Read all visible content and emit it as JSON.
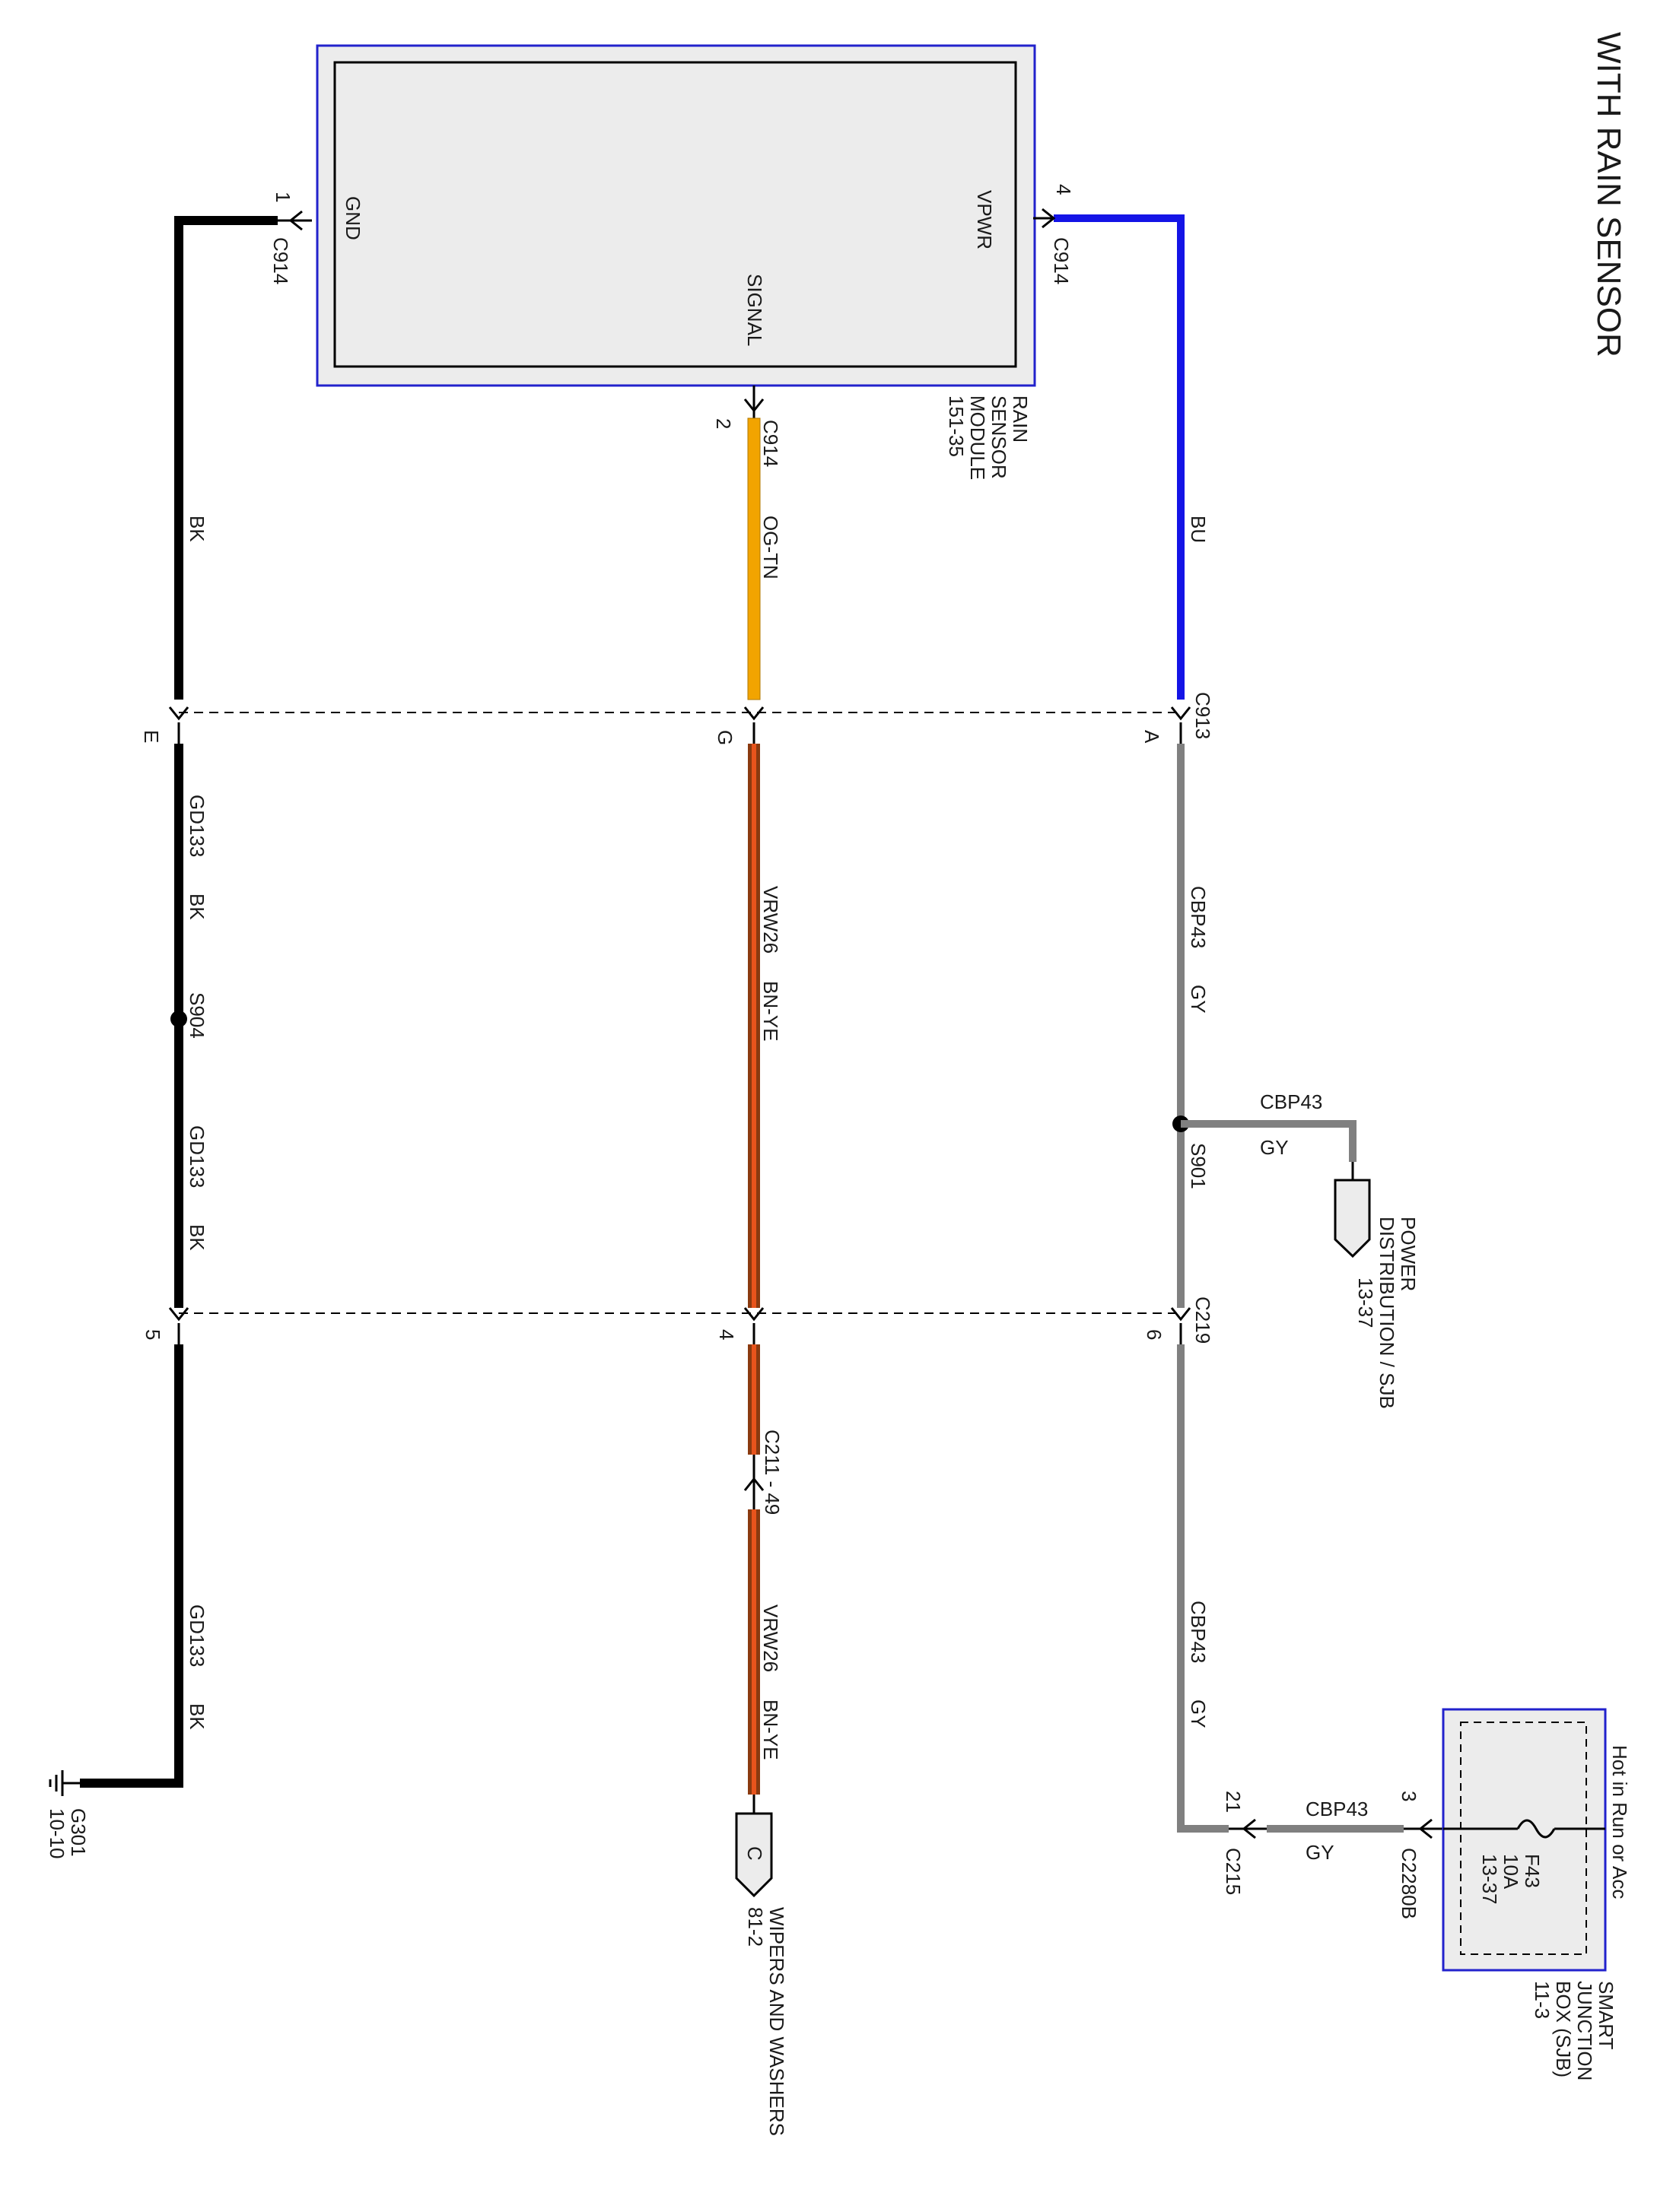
{
  "title": "WITH RAIN SENSOR",
  "colors": {
    "blue_wire": "#1414e6",
    "black_wire": "#000000",
    "gray_wire": "#808080",
    "og_tn_wire": "#f2a400",
    "bn_ye_outer": "#8a3a10",
    "bn_ye_inner": "#e8541c",
    "module_border": "#2222cc",
    "module_fill": "#ececec"
  },
  "rain_sensor_module": {
    "name_lines": [
      "RAIN",
      "SENSOR",
      "MODULE",
      "151-35"
    ],
    "pins": {
      "gnd": "GND",
      "signal": "SIGNAL",
      "vpwr": "VPWR"
    },
    "pin_numbers": {
      "gnd": "1",
      "signal": "2",
      "vpwr": "4"
    },
    "connector": "C914"
  },
  "wires": {
    "bu": "BU",
    "og_tn": "OG-TN",
    "bk": "BK",
    "cbp43": "CBP43",
    "gy": "GY",
    "vrw26": "VRW26",
    "bn_ye": "BN-YE",
    "gd133": "GD133"
  },
  "connectors": {
    "c913": {
      "name": "C913",
      "pins": [
        "A",
        "G",
        "E"
      ]
    },
    "c219": {
      "name": "C219",
      "pins": [
        "6",
        "4",
        "5"
      ]
    },
    "c211": "C211 - 49",
    "c215": {
      "name": "C215",
      "pin": "21"
    },
    "c2280b": {
      "name": "C2280B",
      "pin": "3"
    }
  },
  "splices": {
    "s901": "S901",
    "s904": "S904"
  },
  "power_distribution": {
    "lines": [
      "POWER",
      "DISTRIBUTION / SJB",
      "13-37"
    ]
  },
  "wipers": {
    "letter": "C",
    "lines": [
      "WIPERS AND WASHERS",
      "81-2"
    ]
  },
  "ground": {
    "name": "G301",
    "ref": "10-10"
  },
  "sjb": {
    "hot": "Hot in Run or Acc",
    "fuse_lines": [
      "F43",
      "10A",
      "13-37"
    ],
    "name_lines": [
      "SMART",
      "JUNCTION",
      "BOX (SJB)",
      "11-3"
    ]
  }
}
